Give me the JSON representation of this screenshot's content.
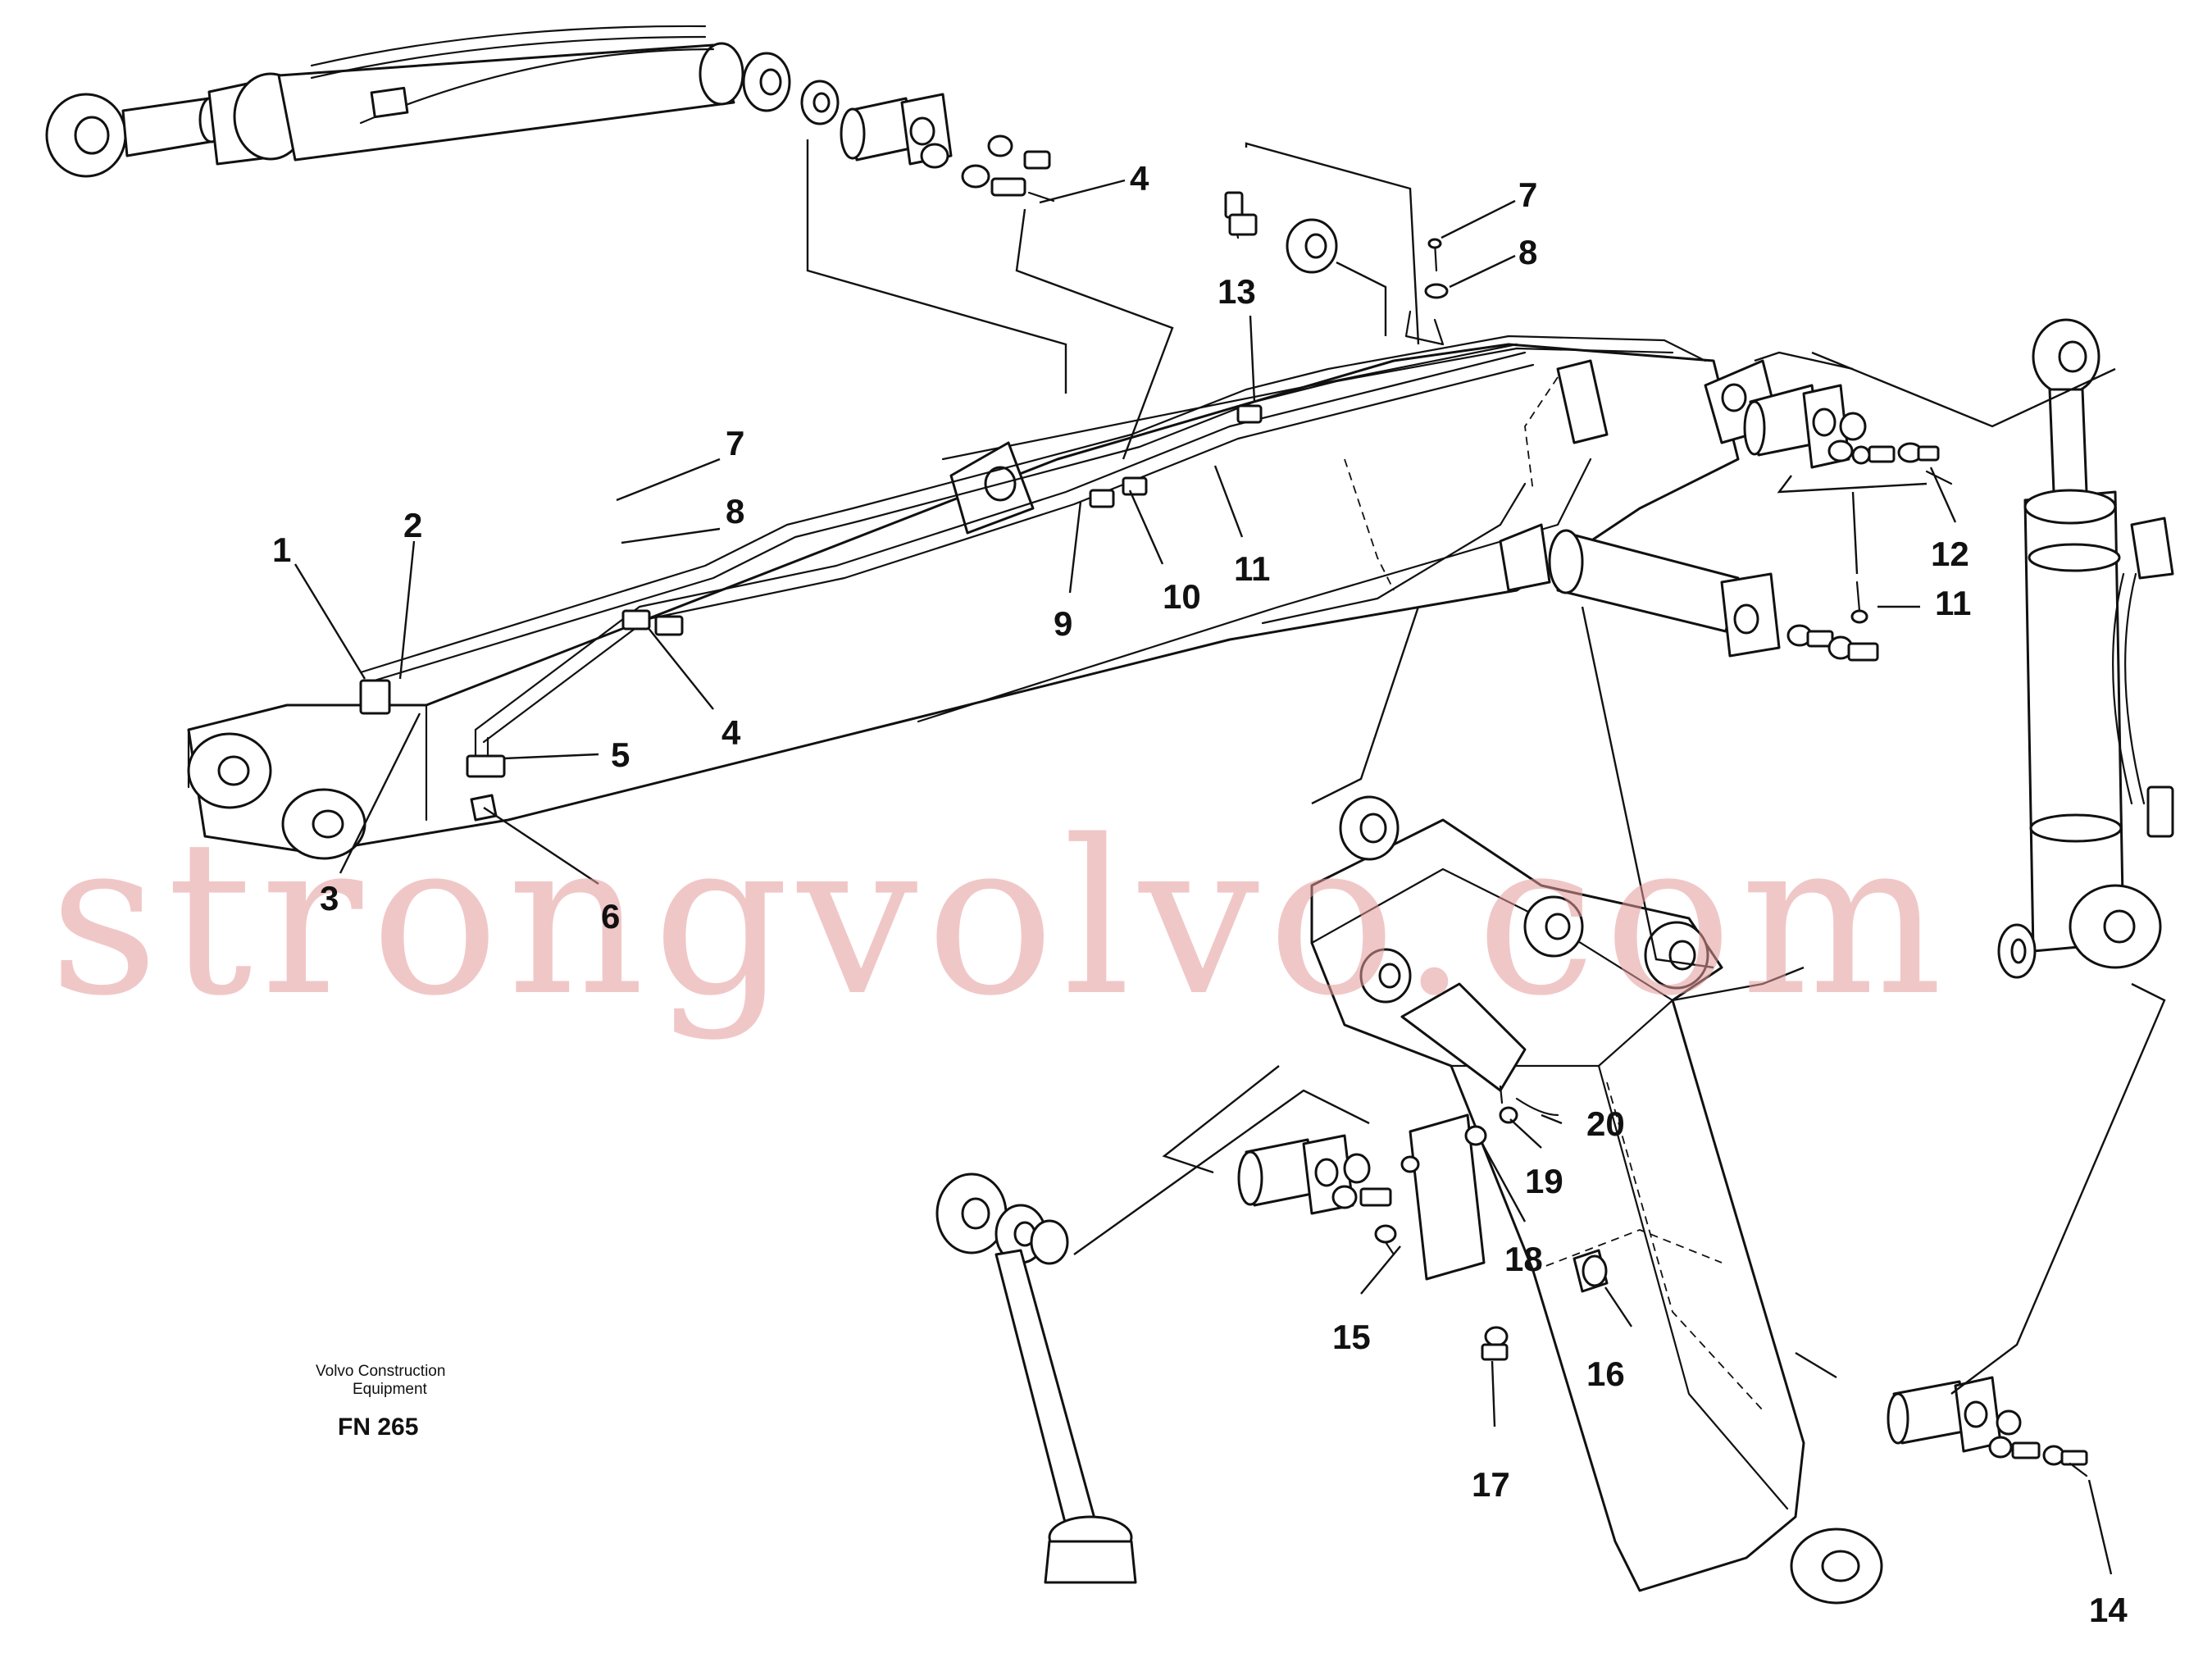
{
  "watermark": "strongvolvo.com",
  "caption": {
    "line1": "Volvo Construction",
    "line2": "Equipment",
    "code": "FN 265"
  },
  "callouts": {
    "c1": "1",
    "c2": "2",
    "c3": "3",
    "c4a": "4",
    "c4b": "4",
    "c5": "5",
    "c6": "6",
    "c7a": "7",
    "c7b": "7",
    "c8a": "8",
    "c8b": "8",
    "c9": "9",
    "c10": "10",
    "c11a": "11",
    "c11b": "11",
    "c12": "12",
    "c13": "13",
    "c14": "14",
    "c15": "15",
    "c16": "16",
    "c17": "17",
    "c18": "18",
    "c19": "19",
    "c20": "20"
  }
}
